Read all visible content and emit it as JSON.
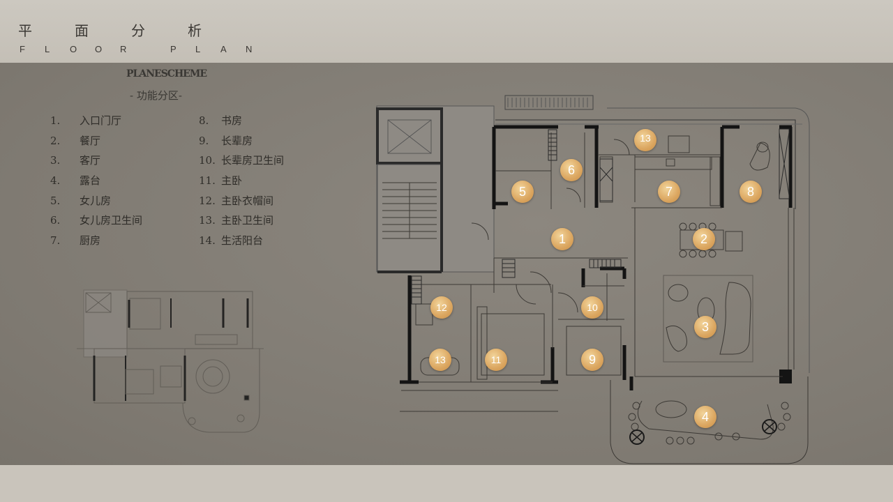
{
  "header": {
    "title_cn": [
      "平",
      "面",
      "分",
      "析"
    ],
    "title_en": [
      "F",
      "L",
      "O",
      "O",
      "R",
      "",
      "P",
      "L",
      "A",
      "N"
    ]
  },
  "scheme": {
    "title_en": "PLANESCHEME",
    "subtitle_cn": "- 功能分区-"
  },
  "legend": {
    "left": [
      {
        "num": "1.",
        "label": "入口门厅"
      },
      {
        "num": "2.",
        "label": "餐厅"
      },
      {
        "num": "3.",
        "label": "客厅"
      },
      {
        "num": "4.",
        "label": "露台"
      },
      {
        "num": "5.",
        "label": "女儿房"
      },
      {
        "num": "6.",
        "label": "女儿房卫生间"
      },
      {
        "num": "7.",
        "label": "厨房"
      }
    ],
    "right": [
      {
        "num": "8.",
        "label": "书房"
      },
      {
        "num": "9.",
        "label": "长辈房"
      },
      {
        "num": "10.",
        "label": "长辈房卫生间"
      },
      {
        "num": "11.",
        "label": "主卧"
      },
      {
        "num": "12.",
        "label": "主卧衣帽间"
      },
      {
        "num": "13.",
        "label": "主卧卫生间"
      },
      {
        "num": "14.",
        "label": "生活阳台"
      }
    ]
  },
  "markers": [
    "1",
    "2",
    "3",
    "4",
    "5",
    "6",
    "7",
    "8",
    "9",
    "10",
    "11",
    "12",
    "13",
    "13"
  ],
  "colors": {
    "badge": "#dba660",
    "wall": "#1a1a1a",
    "panel": "#857f77"
  }
}
